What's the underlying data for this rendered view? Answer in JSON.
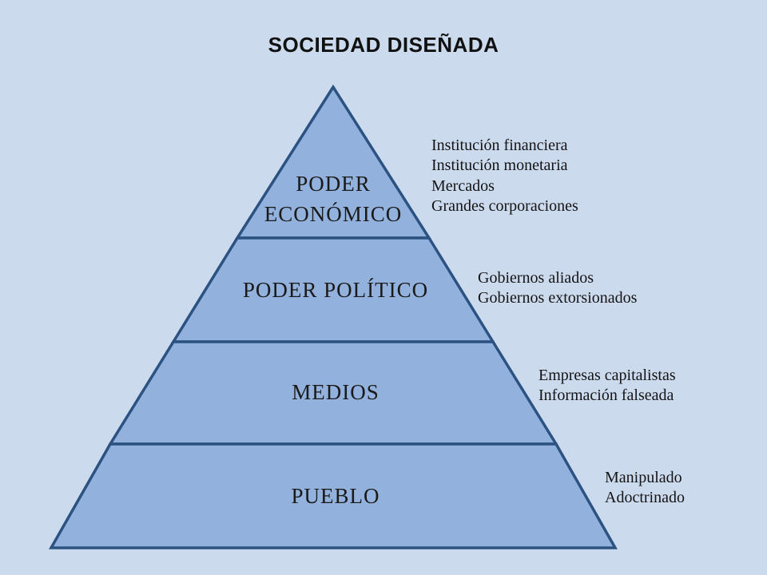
{
  "title": "SOCIEDAD DISEÑADA",
  "colors": {
    "background": "#ccdaee",
    "pyramid_fill": "#92b2dd",
    "pyramid_border": "#2b5281",
    "text": "#1a1a1a"
  },
  "pyramid": {
    "levels": [
      {
        "label": "PODER ECONÓMICO",
        "lines": [
          "PODER",
          "ECONÓMICO"
        ],
        "annotations": [
          "Institución financiera",
          "Institución monetaria",
          "Mercados",
          "Grandes corporaciones"
        ]
      },
      {
        "label": "PODER POLÍTICO",
        "lines": [
          "PODER POLÍTICO"
        ],
        "annotations": [
          "Gobiernos aliados",
          "Gobiernos extorsionados"
        ]
      },
      {
        "label": "MEDIOS",
        "lines": [
          "MEDIOS"
        ],
        "annotations": [
          "Empresas capitalistas",
          "Información falseada"
        ]
      },
      {
        "label": "PUEBLO",
        "lines": [
          "PUEBLO"
        ],
        "annotations": [
          "Manipulado",
          "Adoctrinado"
        ]
      }
    ]
  }
}
